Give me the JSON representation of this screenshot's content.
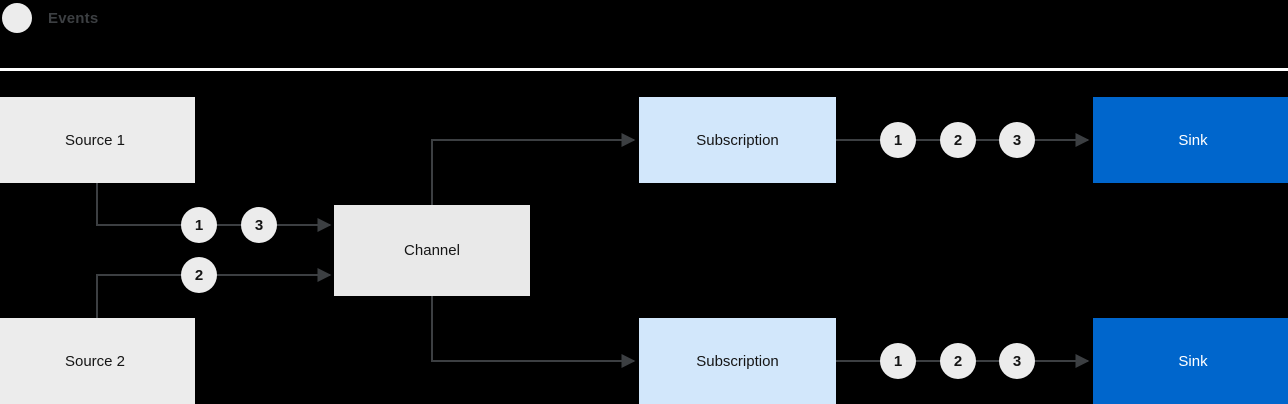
{
  "legend": {
    "label": "Events",
    "dot_color": "#ececec",
    "label_color": "#3c3f42"
  },
  "divider_color": "#ffffff",
  "background_color": "#000000",
  "colors": {
    "source": "#ececec",
    "channel": "#e9e9e9",
    "subscription": "#d2e7fb",
    "sink": "#0066cc",
    "sink_text": "#ffffff",
    "event_bubble": "#ececec",
    "wire": "#3c3f42"
  },
  "nodes": [
    {
      "id": "source-1",
      "label": "Source 1",
      "type": "source"
    },
    {
      "id": "source-2",
      "label": "Source 2",
      "type": "source"
    },
    {
      "id": "channel",
      "label": "Channel",
      "type": "channel"
    },
    {
      "id": "subscription-top",
      "label": "Subscription",
      "type": "subscription"
    },
    {
      "id": "subscription-bottom",
      "label": "Subscription",
      "type": "subscription"
    },
    {
      "id": "sink-top",
      "label": "Sink",
      "type": "sink"
    },
    {
      "id": "sink-bottom",
      "label": "Sink",
      "type": "sink"
    }
  ],
  "event_bubbles": {
    "source1_to_channel": [
      "1",
      "3"
    ],
    "source2_to_channel": [
      "2"
    ],
    "subscription_top_to_sink": [
      "1",
      "2",
      "3"
    ],
    "subscription_bottom_to_sink": [
      "1",
      "2",
      "3"
    ]
  }
}
